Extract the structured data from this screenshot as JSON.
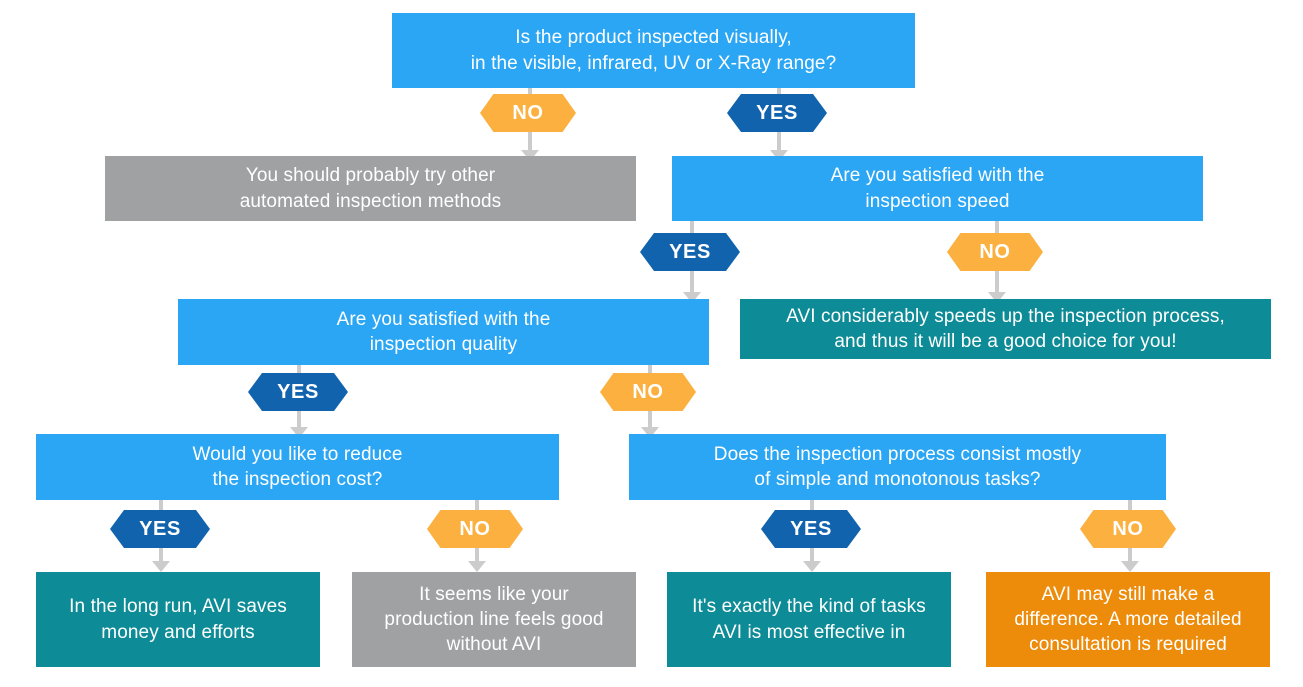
{
  "meta": {
    "title": "AVI suitability decision flowchart",
    "palette": {
      "question_blue": "#2AA6F4",
      "yes_blue": "#1263AE",
      "no_orange": "#FBB040",
      "result_teal": "#0D8B96",
      "result_gray": "#9FA1A3",
      "result_orange": "#ED8B0B",
      "connector_gray": "#CCCCCC",
      "background": "#FFFFFF"
    }
  },
  "chart_data": {
    "type": "diagram",
    "diagram_kind": "decision-flowchart",
    "nodes": [
      {
        "id": "q1",
        "kind": "question",
        "color": "#2AA6F4",
        "text": "Is the product inspected visually,\nin the visible, infrared, UV or X-Ray range?"
      },
      {
        "id": "r1",
        "kind": "result",
        "color": "#9FA1A3",
        "text": "You should probably try other\nautomated inspection methods"
      },
      {
        "id": "q2",
        "kind": "question",
        "color": "#2AA6F4",
        "text": "Are you satisfied with the\ninspection speed"
      },
      {
        "id": "r2",
        "kind": "result",
        "color": "#0D8B96",
        "text": "AVI considerably speeds up the inspection process,\nand thus it will be a good choice for you!"
      },
      {
        "id": "q3",
        "kind": "question",
        "color": "#2AA6F4",
        "text": "Are you satisfied with the\ninspection quality"
      },
      {
        "id": "q4",
        "kind": "question",
        "color": "#2AA6F4",
        "text": "Would you like to reduce\nthe inspection cost?"
      },
      {
        "id": "q5",
        "kind": "question",
        "color": "#2AA6F4",
        "text": "Does the inspection process consist mostly\nof simple and monotonous tasks?"
      },
      {
        "id": "r3",
        "kind": "result",
        "color": "#0D8B96",
        "text": "In the long run, AVI saves\nmoney and efforts"
      },
      {
        "id": "r4",
        "kind": "result",
        "color": "#9FA1A3",
        "text": "It seems like your\nproduction line feels good\nwithout AVI"
      },
      {
        "id": "r5",
        "kind": "result",
        "color": "#0D8B96",
        "text": "It's exactly the kind of tasks\nAVI is most effective in"
      },
      {
        "id": "r6",
        "kind": "result",
        "color": "#ED8B0B",
        "text": "AVI may still make a\ndifference. A more detailed\nconsultation is required"
      }
    ],
    "edges": [
      {
        "from": "q1",
        "to": "r1",
        "label": "NO"
      },
      {
        "from": "q1",
        "to": "q2",
        "label": "YES"
      },
      {
        "from": "q2",
        "to": "q3",
        "label": "YES"
      },
      {
        "from": "q2",
        "to": "r2",
        "label": "NO"
      },
      {
        "from": "q3",
        "to": "q4",
        "label": "YES"
      },
      {
        "from": "q3",
        "to": "q5",
        "label": "NO"
      },
      {
        "from": "q4",
        "to": "r3",
        "label": "YES"
      },
      {
        "from": "q4",
        "to": "r4",
        "label": "NO"
      },
      {
        "from": "q5",
        "to": "r5",
        "label": "YES"
      },
      {
        "from": "q5",
        "to": "r6",
        "label": "NO"
      }
    ]
  },
  "nodes": {
    "q1": {
      "text": "Is the product inspected visually,\nin the visible, infrared, UV or X-Ray range?"
    },
    "r1": {
      "text": "You should probably try other\nautomated inspection methods"
    },
    "q2": {
      "text": "Are you satisfied with the\ninspection speed"
    },
    "r2": {
      "text": "AVI considerably speeds up the inspection process,\nand thus it will be a good choice for you!"
    },
    "q3": {
      "text": "Are you satisfied with the\ninspection quality"
    },
    "q4": {
      "text": "Would you like to reduce\nthe inspection cost?"
    },
    "q5": {
      "text": "Does the inspection process consist mostly\nof simple and monotonous tasks?"
    },
    "r3": {
      "text": "In the long run, AVI saves\nmoney and efforts"
    },
    "r4": {
      "text": "It seems like your\nproduction line feels good\nwithout AVI"
    },
    "r5": {
      "text": "It's exactly the kind of tasks\nAVI is most effective in"
    },
    "r6": {
      "text": "AVI may still make a\ndifference. A more detailed\nconsultation is required"
    }
  },
  "badges": {
    "q1_no": "NO",
    "q1_yes": "YES",
    "q2_yes": "YES",
    "q2_no": "NO",
    "q3_yes": "YES",
    "q3_no": "NO",
    "q4_yes": "YES",
    "q4_no": "NO",
    "q5_yes": "YES",
    "q5_no": "NO"
  }
}
